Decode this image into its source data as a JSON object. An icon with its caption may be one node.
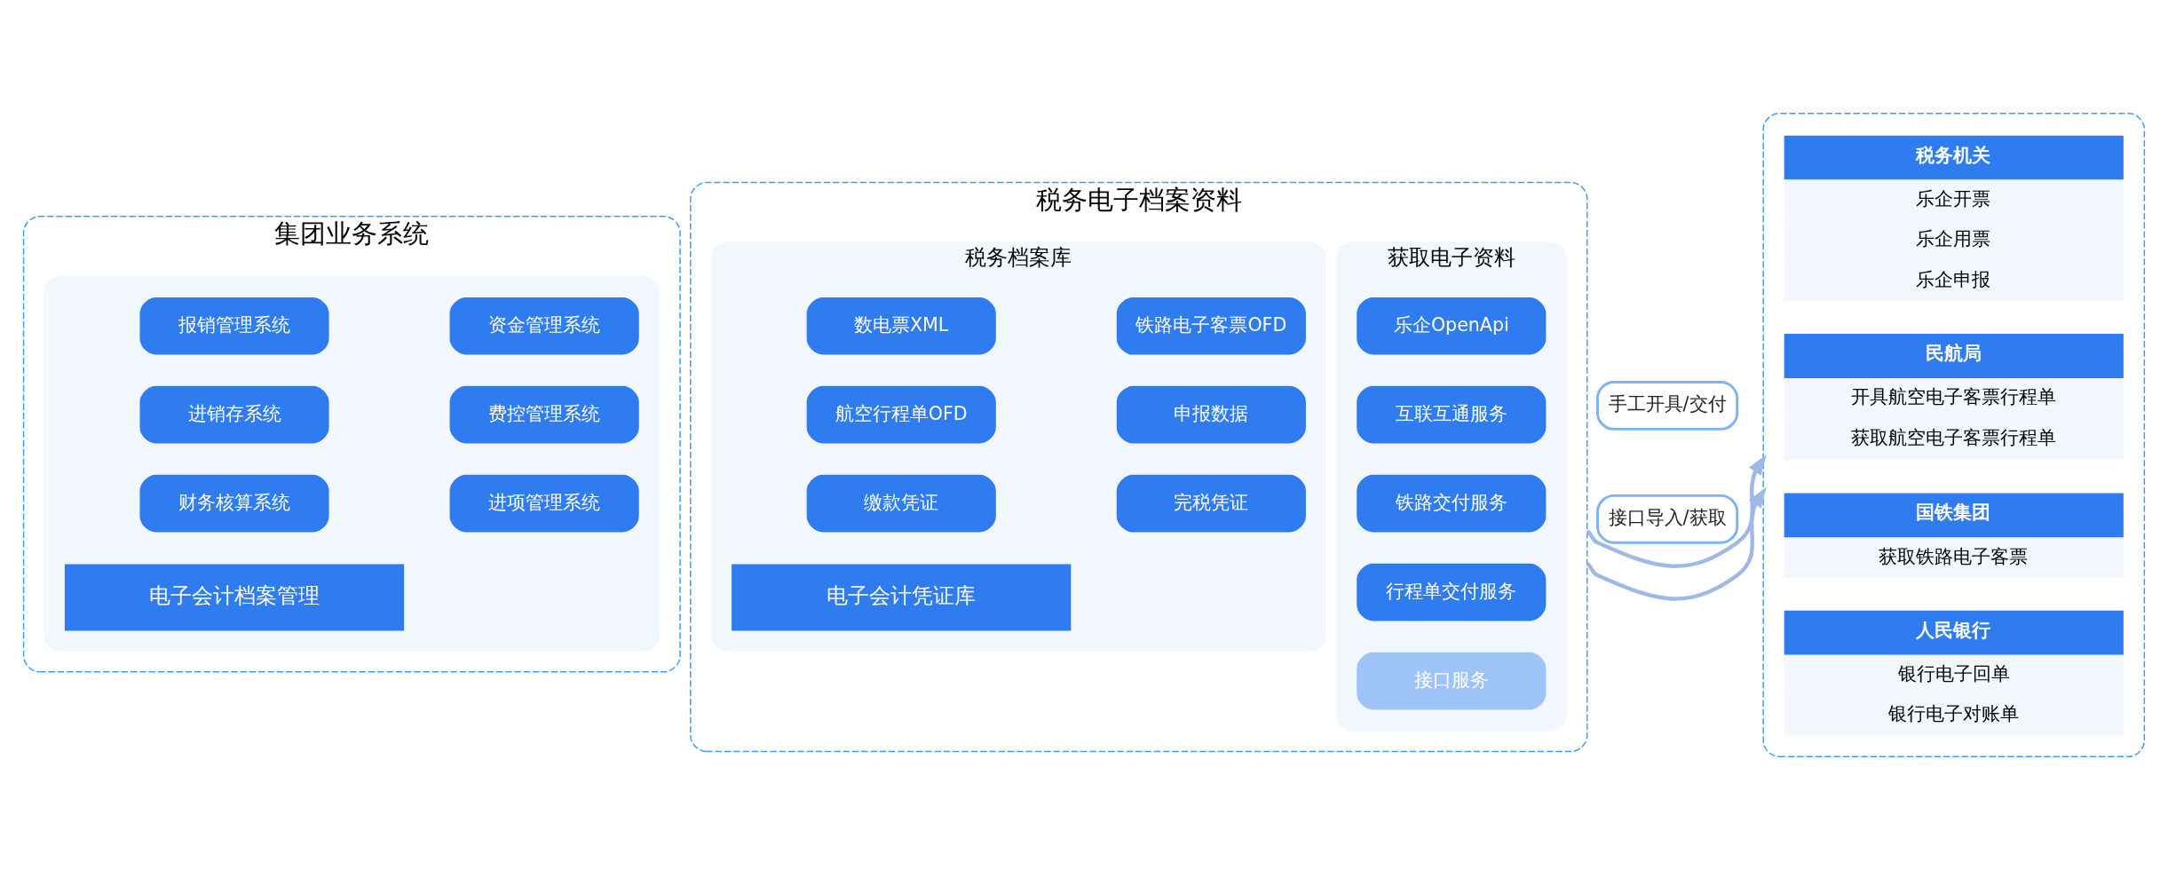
{
  "diagram": {
    "nodes": [
      {
        "text": [
          "集团业务系统"
        ]
      },
      {
        "text": [],
        "shape": "box",
        "in": 0
      },
      {
        "text": [
          "报销管理系统"
        ],
        "in": 1
      },
      {
        "text": [
          "资金管理系统"
        ],
        "in": 1
      },
      {
        "text": [
          "进销存系统"
        ],
        "in": 1
      },
      {
        "text": [
          "费控管理系统"
        ],
        "in": 1
      },
      {
        "text": [
          "财务核算系统"
        ],
        "in": 1
      },
      {
        "text": [
          "进项管理系统"
        ],
        "in": 1
      },
      {
        "text": [
          "电子会计档案管理"
        ],
        "in": 1
      },
      {
        "text": [
          "税务电子档案资料"
        ]
      },
      {
        "text": [
          "税务档案库"
        ],
        "in": 9
      },
      {
        "text": [
          "数电票XML"
        ],
        "in": 10
      },
      {
        "text": [
          "铁路电子客票OFD"
        ],
        "in": 10
      },
      {
        "text": [
          "航空行程单OFD"
        ],
        "in": 10
      },
      {
        "text": [
          "申报数据"
        ],
        "in": 10
      },
      {
        "text": [
          "缴款凭证"
        ],
        "in": 10
      },
      {
        "text": [
          "完税凭证"
        ],
        "in": 10
      },
      {
        "text": [
          "电子会计凭证库"
        ],
        "in": 10
      },
      {
        "text": [
          "获取电子资料"
        ],
        "in": 9
      },
      {
        "text": [
          "乐企OpenApi"
        ],
        "in": 18
      },
      {
        "text": [
          "互联互通服务"
        ],
        "in": 18
      },
      {
        "text": [
          "铁路交付服务"
        ],
        "in": 18
      },
      {
        "text": [
          "行程单交付服务"
        ],
        "in": 18
      },
      {
        "text": [
          "接口服务"
        ],
        "in": 18
      },
      {
        "text": [
          "手工开具/交付"
        ]
      },
      {
        "text": [
          "接口导入/获取"
        ]
      },
      {
        "text": [],
        "shape": "box"
      },
      {
        "text": [
          "税务机关",
          "乐企开票",
          "乐企用票",
          "乐企申报"
        ],
        "in": 26
      },
      {
        "text": [
          "民航局",
          "开具航空电子客票行程单",
          "获取航空电子客票行程单"
        ],
        "in": 26
      },
      {
        "text": [
          "国铁集团",
          "获取铁路电子客票"
        ],
        "in": 26
      },
      {
        "text": [
          "人民银行",
          "银行电子回单",
          "银行电子对账单"
        ],
        "in": 26
      }
    ],
    "edges": [
      {
        "from": 9,
        "to": 26,
        "arrow": "to",
        "color": "#9fb8e6"
      },
      {
        "from": 9,
        "to": 26,
        "arrow": "to",
        "color": "#9fb8e6"
      }
    ]
  }
}
